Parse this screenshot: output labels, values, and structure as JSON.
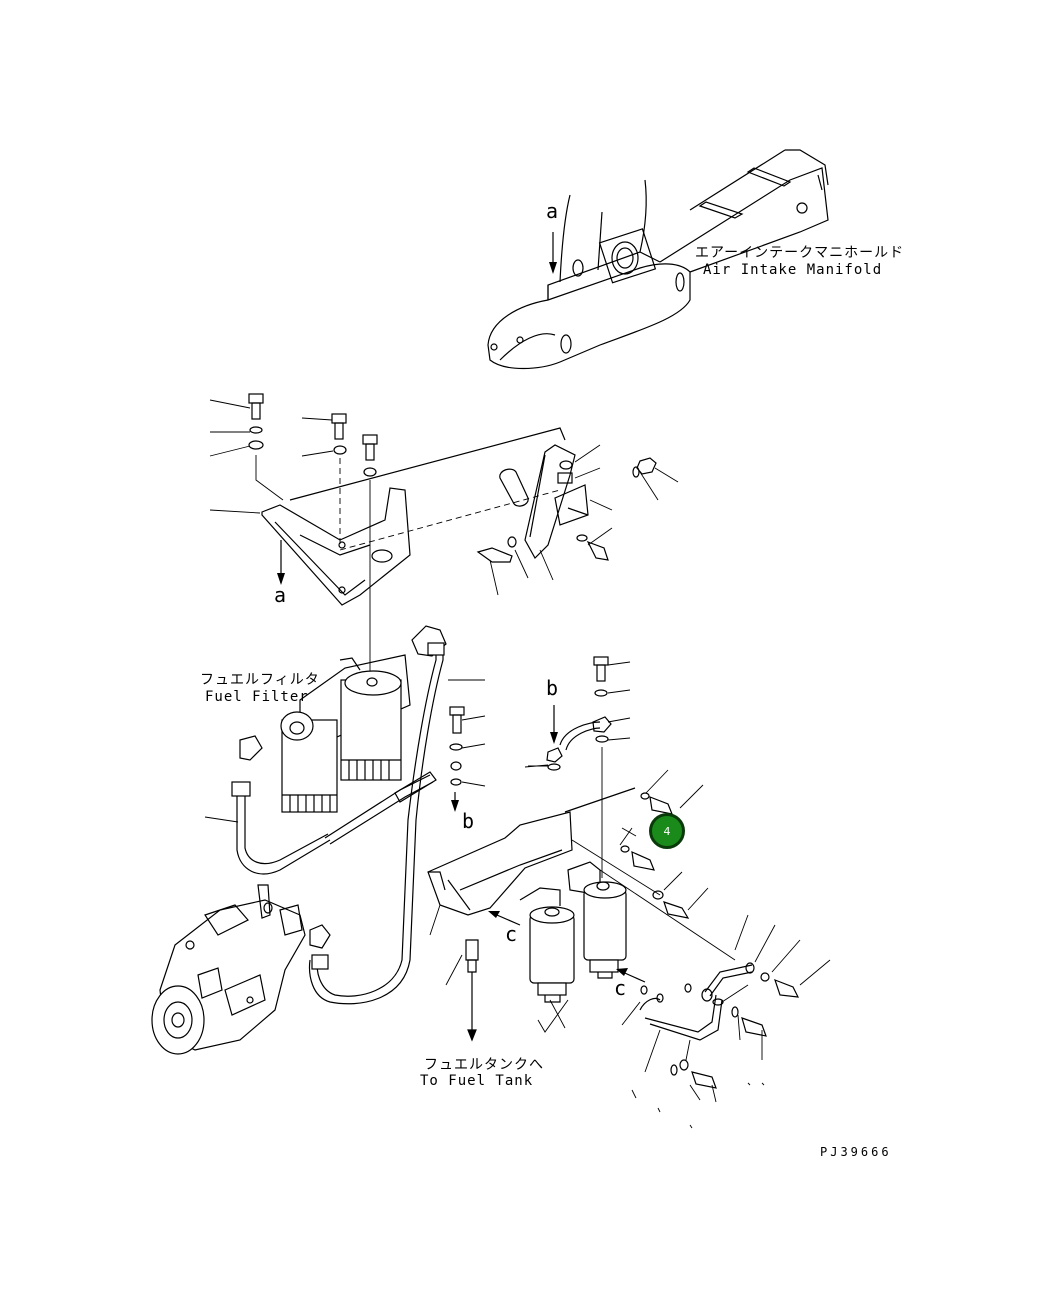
{
  "labels": {
    "air_intake_jp": "エアーインテークマニホールド",
    "air_intake_en": "Air Intake Manifold",
    "fuel_filter_jp": "フュエルフィルタ",
    "fuel_filter_en": "Fuel Filter",
    "fuel_tank_jp": "フュエルタンクへ",
    "fuel_tank_en": "To Fuel Tank",
    "drawing_no": "PJ39666"
  },
  "markers": {
    "a_top": "a",
    "a_bottom": "a",
    "b_top": "b",
    "b_bottom": "b",
    "c_left": "c",
    "c_right": "c"
  },
  "callout": {
    "item_number": "4",
    "color": "#1a8a1a"
  }
}
